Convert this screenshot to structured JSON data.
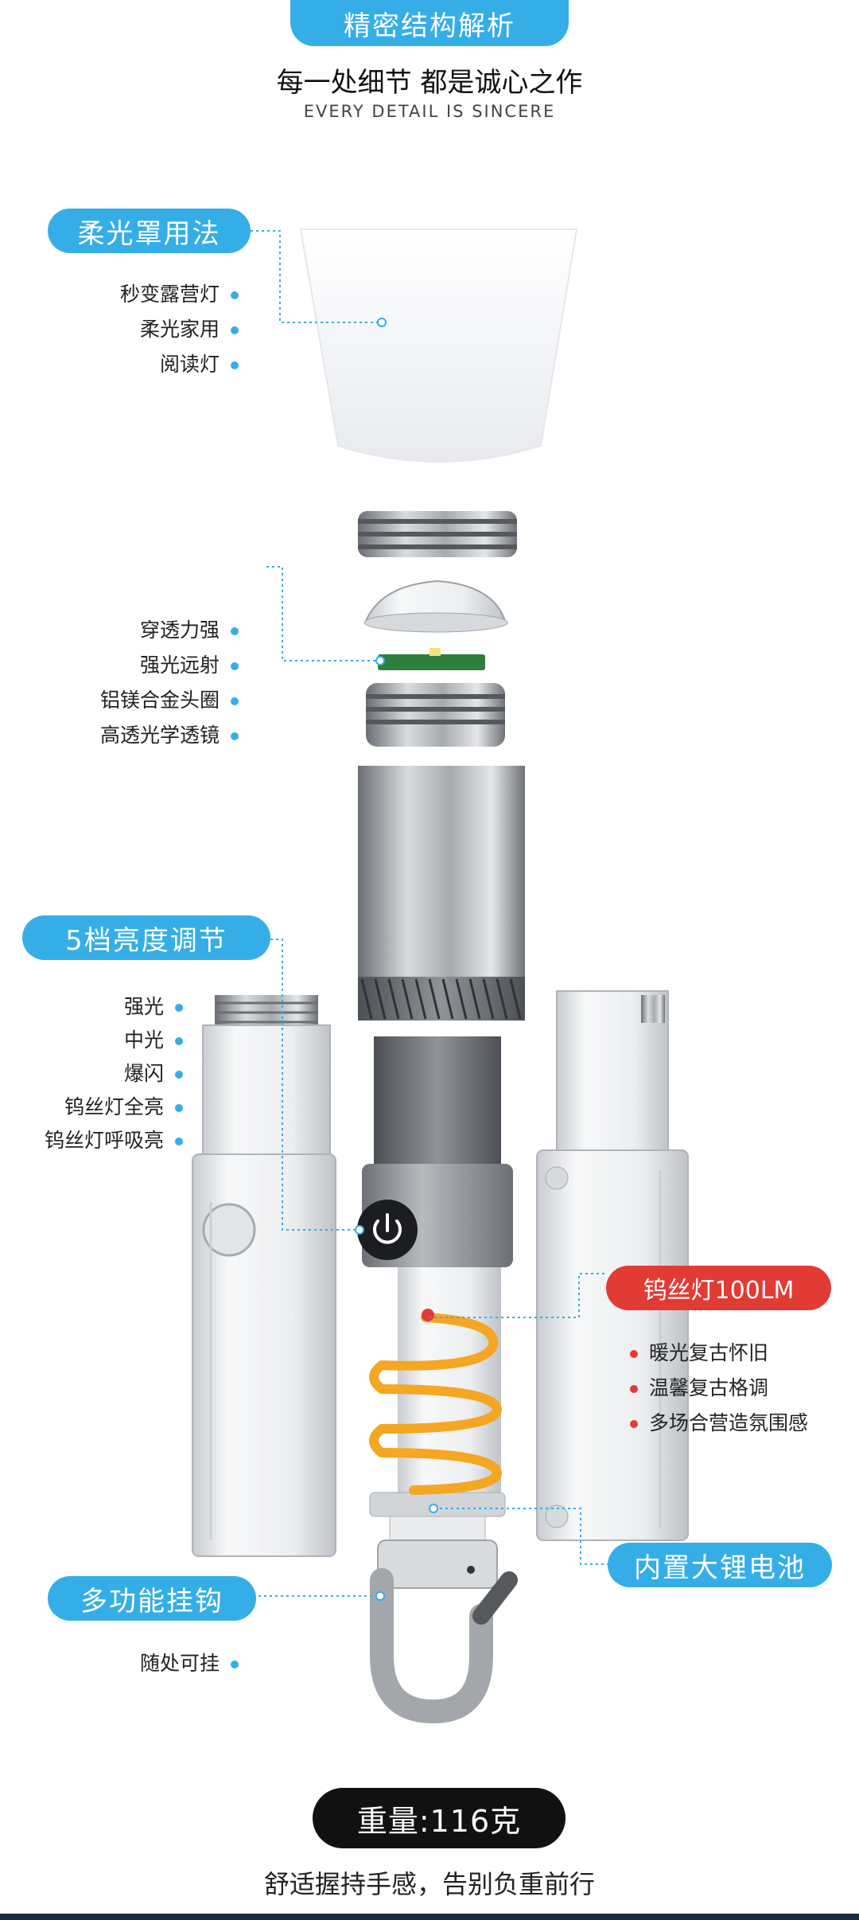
{
  "header": {
    "title": "精密结构解析",
    "subtitle": "每一处细节 都是诚心之作",
    "subtitle_en": "EVERY DETAIL IS SINCERE"
  },
  "sections": {
    "diffuser": {
      "label": "柔光罩用法",
      "items": [
        "秒变露营灯",
        "柔光家用",
        "阅读灯"
      ]
    },
    "head": {
      "items": [
        "穿透力强",
        "强光远射",
        "铝镁合金头圈",
        "高透光学透镜"
      ]
    },
    "brightness": {
      "label": "5档亮度调节",
      "items": [
        "强光",
        "中光",
        "爆闪",
        "钨丝灯全亮",
        "钨丝灯呼吸亮"
      ]
    },
    "filament": {
      "label": "钨丝灯100LM",
      "items": [
        "暖光复古怀旧",
        "温馨复古格调",
        "多场合营造氛围感"
      ]
    },
    "battery": {
      "label": "内置大锂电池"
    },
    "hook": {
      "label": "多功能挂钩",
      "items": [
        "随处可挂"
      ]
    }
  },
  "footer": {
    "weight": "重量:116克",
    "tagline": "舒适握持手感，告别负重前行"
  },
  "colors": {
    "accent_blue": "#35aee8",
    "accent_red": "#e23b34",
    "filament": "#f5a623",
    "pill_dark": "#111111"
  },
  "icons": [
    "power-button-icon"
  ]
}
